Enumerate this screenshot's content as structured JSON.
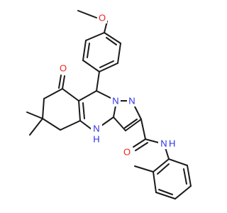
{
  "atoms": [
    {
      "id": "o_methoxy",
      "label": "O",
      "color": "#e8261c"
    },
    {
      "id": "o_ketone",
      "label": "O",
      "color": "#e8261c"
    },
    {
      "id": "o_amide",
      "label": "O",
      "color": "#e8261c"
    },
    {
      "id": "n_pyrazole_1",
      "label": "N",
      "color": "#2a2ee6"
    },
    {
      "id": "n_pyrazole_2",
      "label": "N",
      "color": "#2a2ee6"
    },
    {
      "id": "nh_ring",
      "label": "N",
      "h": "H",
      "color": "#2a2ee6"
    },
    {
      "id": "nh_amide",
      "label": "N",
      "h": "H",
      "color": "#2a2ee6"
    }
  ]
}
